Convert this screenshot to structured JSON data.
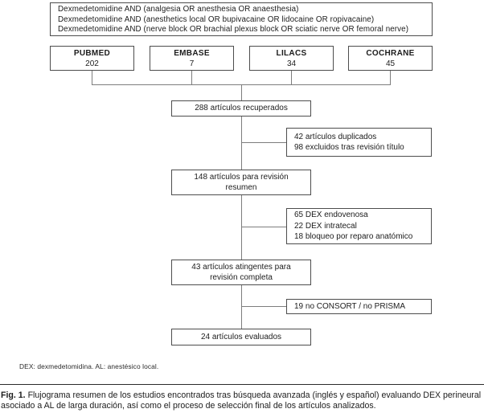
{
  "figure": {
    "search_box": {
      "lines": [
        "Dexmedetomidine AND (analgesia OR anesthesia OR anaesthesia)",
        "Dexmedetomidine AND (anesthetics local OR bupivacaine OR lidocaine OR ropivacaine)",
        "Dexmedetomidine AND (nerve block OR brachial plexus block OR sciatic nerve OR femoral nerve)"
      ]
    },
    "databases": [
      {
        "name": "PUBMED",
        "count": "202"
      },
      {
        "name": "EMBASE",
        "count": "7"
      },
      {
        "name": "LILACS",
        "count": "34"
      },
      {
        "name": "COCHRANE",
        "count": "45"
      }
    ],
    "main_boxes": [
      {
        "lines": [
          "288 artículos recuperados"
        ]
      },
      {
        "lines": [
          "148 artículos para revisión",
          "resumen"
        ]
      },
      {
        "lines": [
          "43 artículos atingentes para",
          "revisión completa"
        ]
      },
      {
        "lines": [
          "24 artículos evaluados"
        ]
      }
    ],
    "exclusion_boxes": [
      {
        "lines": [
          "42 artículos duplicados",
          "98 excluidos tras revisión título"
        ]
      },
      {
        "lines": [
          "65 DEX endovenosa",
          "22 DEX intratecal",
          "18 bloqueo por reparo anatómico"
        ]
      },
      {
        "lines": [
          "19 no CONSORT / no PRISMA"
        ]
      }
    ],
    "footnote": "DEX: dexmedetomidina. AL: anestésico local.",
    "caption_label": "Fig. 1.",
    "caption_text": "Flujograma resumen de los estudios encontrados tras búsqueda avanzada (inglés y español) evaluando DEX perineural asociado a AL de larga duración, así como el proceso de selección final de los artículos analizados."
  },
  "colors": {
    "box_border": "#4d4d4d",
    "connector": "#7d7d7d",
    "text": "#1c1c1c"
  }
}
